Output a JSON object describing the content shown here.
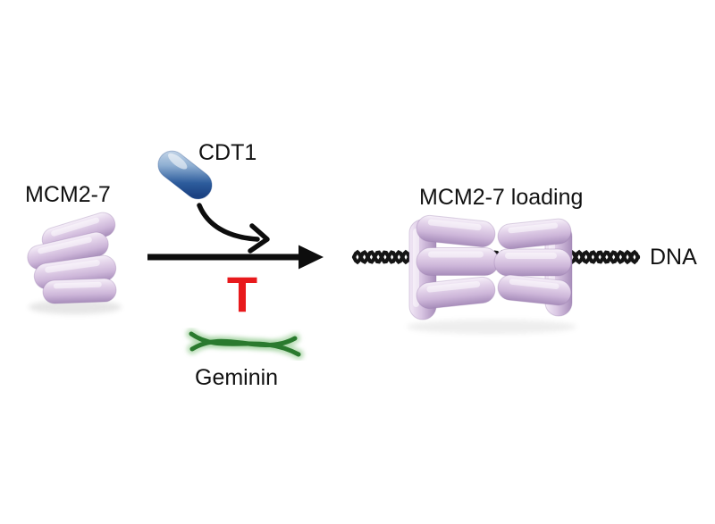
{
  "diagram": {
    "type": "pathway-schematic",
    "description_visible_elements": "MCM2-7 helicase loading pathway: CDT1 promotes, Geminin inhibits loading of MCM2-7 double hexamer onto DNA",
    "labels": {
      "mcm": "MCM2-7",
      "cdt1": "CDT1",
      "loading": "MCM2-7 loading",
      "geminin": "Geminin",
      "dna": "DNA"
    },
    "inhibitor_symbol": "T",
    "colors": {
      "background": "#ffffff",
      "mcm_highlight": "#f6f0f9",
      "mcm_base": "#d5c3de",
      "mcm_shadow": "#a78dba",
      "cdt1_light": "#d6e2f0",
      "cdt1_dark": "#1b4283",
      "inhibitor_red": "#e8191c",
      "geminin_green": "#2a7a2e",
      "geminin_glow": "#9ccf9a",
      "ink": "#0d0d0d"
    }
  }
}
